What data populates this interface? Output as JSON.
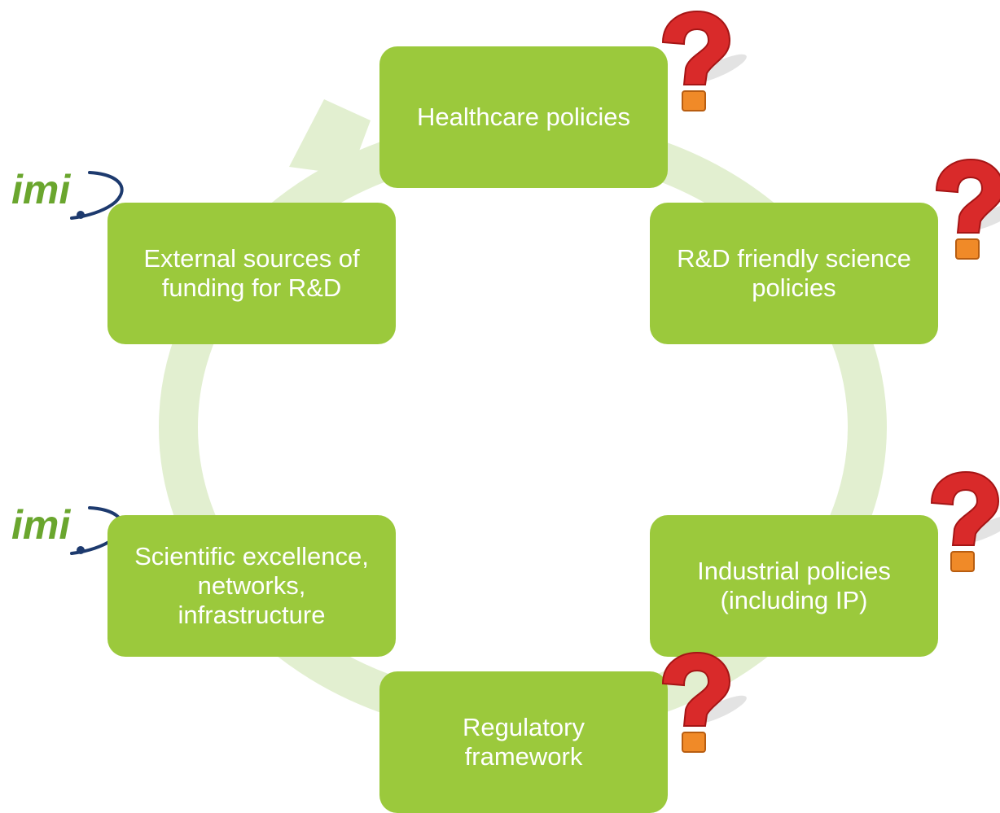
{
  "nodes": {
    "healthcare": "Healthcare  policies",
    "rnd": "R&D friendly science\npolicies",
    "external": "External sources of\nfunding for R&D",
    "scientific": "Scientific excellence,\nnetworks,\ninfrastructure",
    "industrial": "Industrial policies\n(including IP)",
    "regulatory": "Regulatory\nframework"
  },
  "logo_text": "imi",
  "colors": {
    "node_fill": "#9bc93c",
    "ring": "#e2efd0",
    "question_mark": "#d92a2a",
    "logo_green": "#6aa62e",
    "logo_navy": "#1d3a6e"
  }
}
